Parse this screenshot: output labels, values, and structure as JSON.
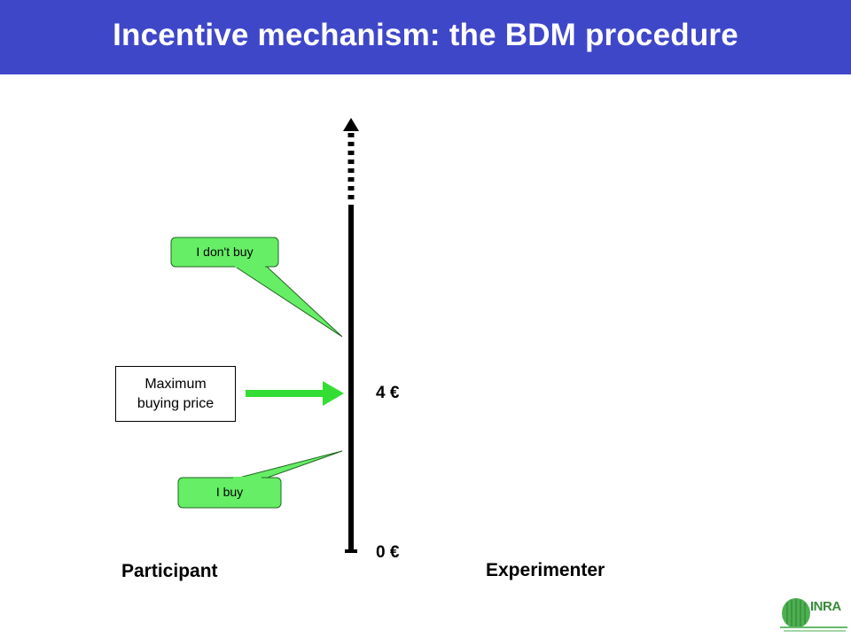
{
  "title": "Incentive mechanism: the BDM procedure",
  "callouts": {
    "dont_buy": "I don't buy",
    "buy": "I buy"
  },
  "max_price_box": "Maximum buying price",
  "axis": {
    "price_high": "4 €",
    "price_low": "0 €"
  },
  "roles": {
    "participant": "Participant",
    "experimenter": "Experimenter"
  },
  "logo": {
    "text": "INRA"
  },
  "colors": {
    "header": "#3f47c9",
    "callout_fill": "#66ee66",
    "arrow": "#33dd33"
  }
}
